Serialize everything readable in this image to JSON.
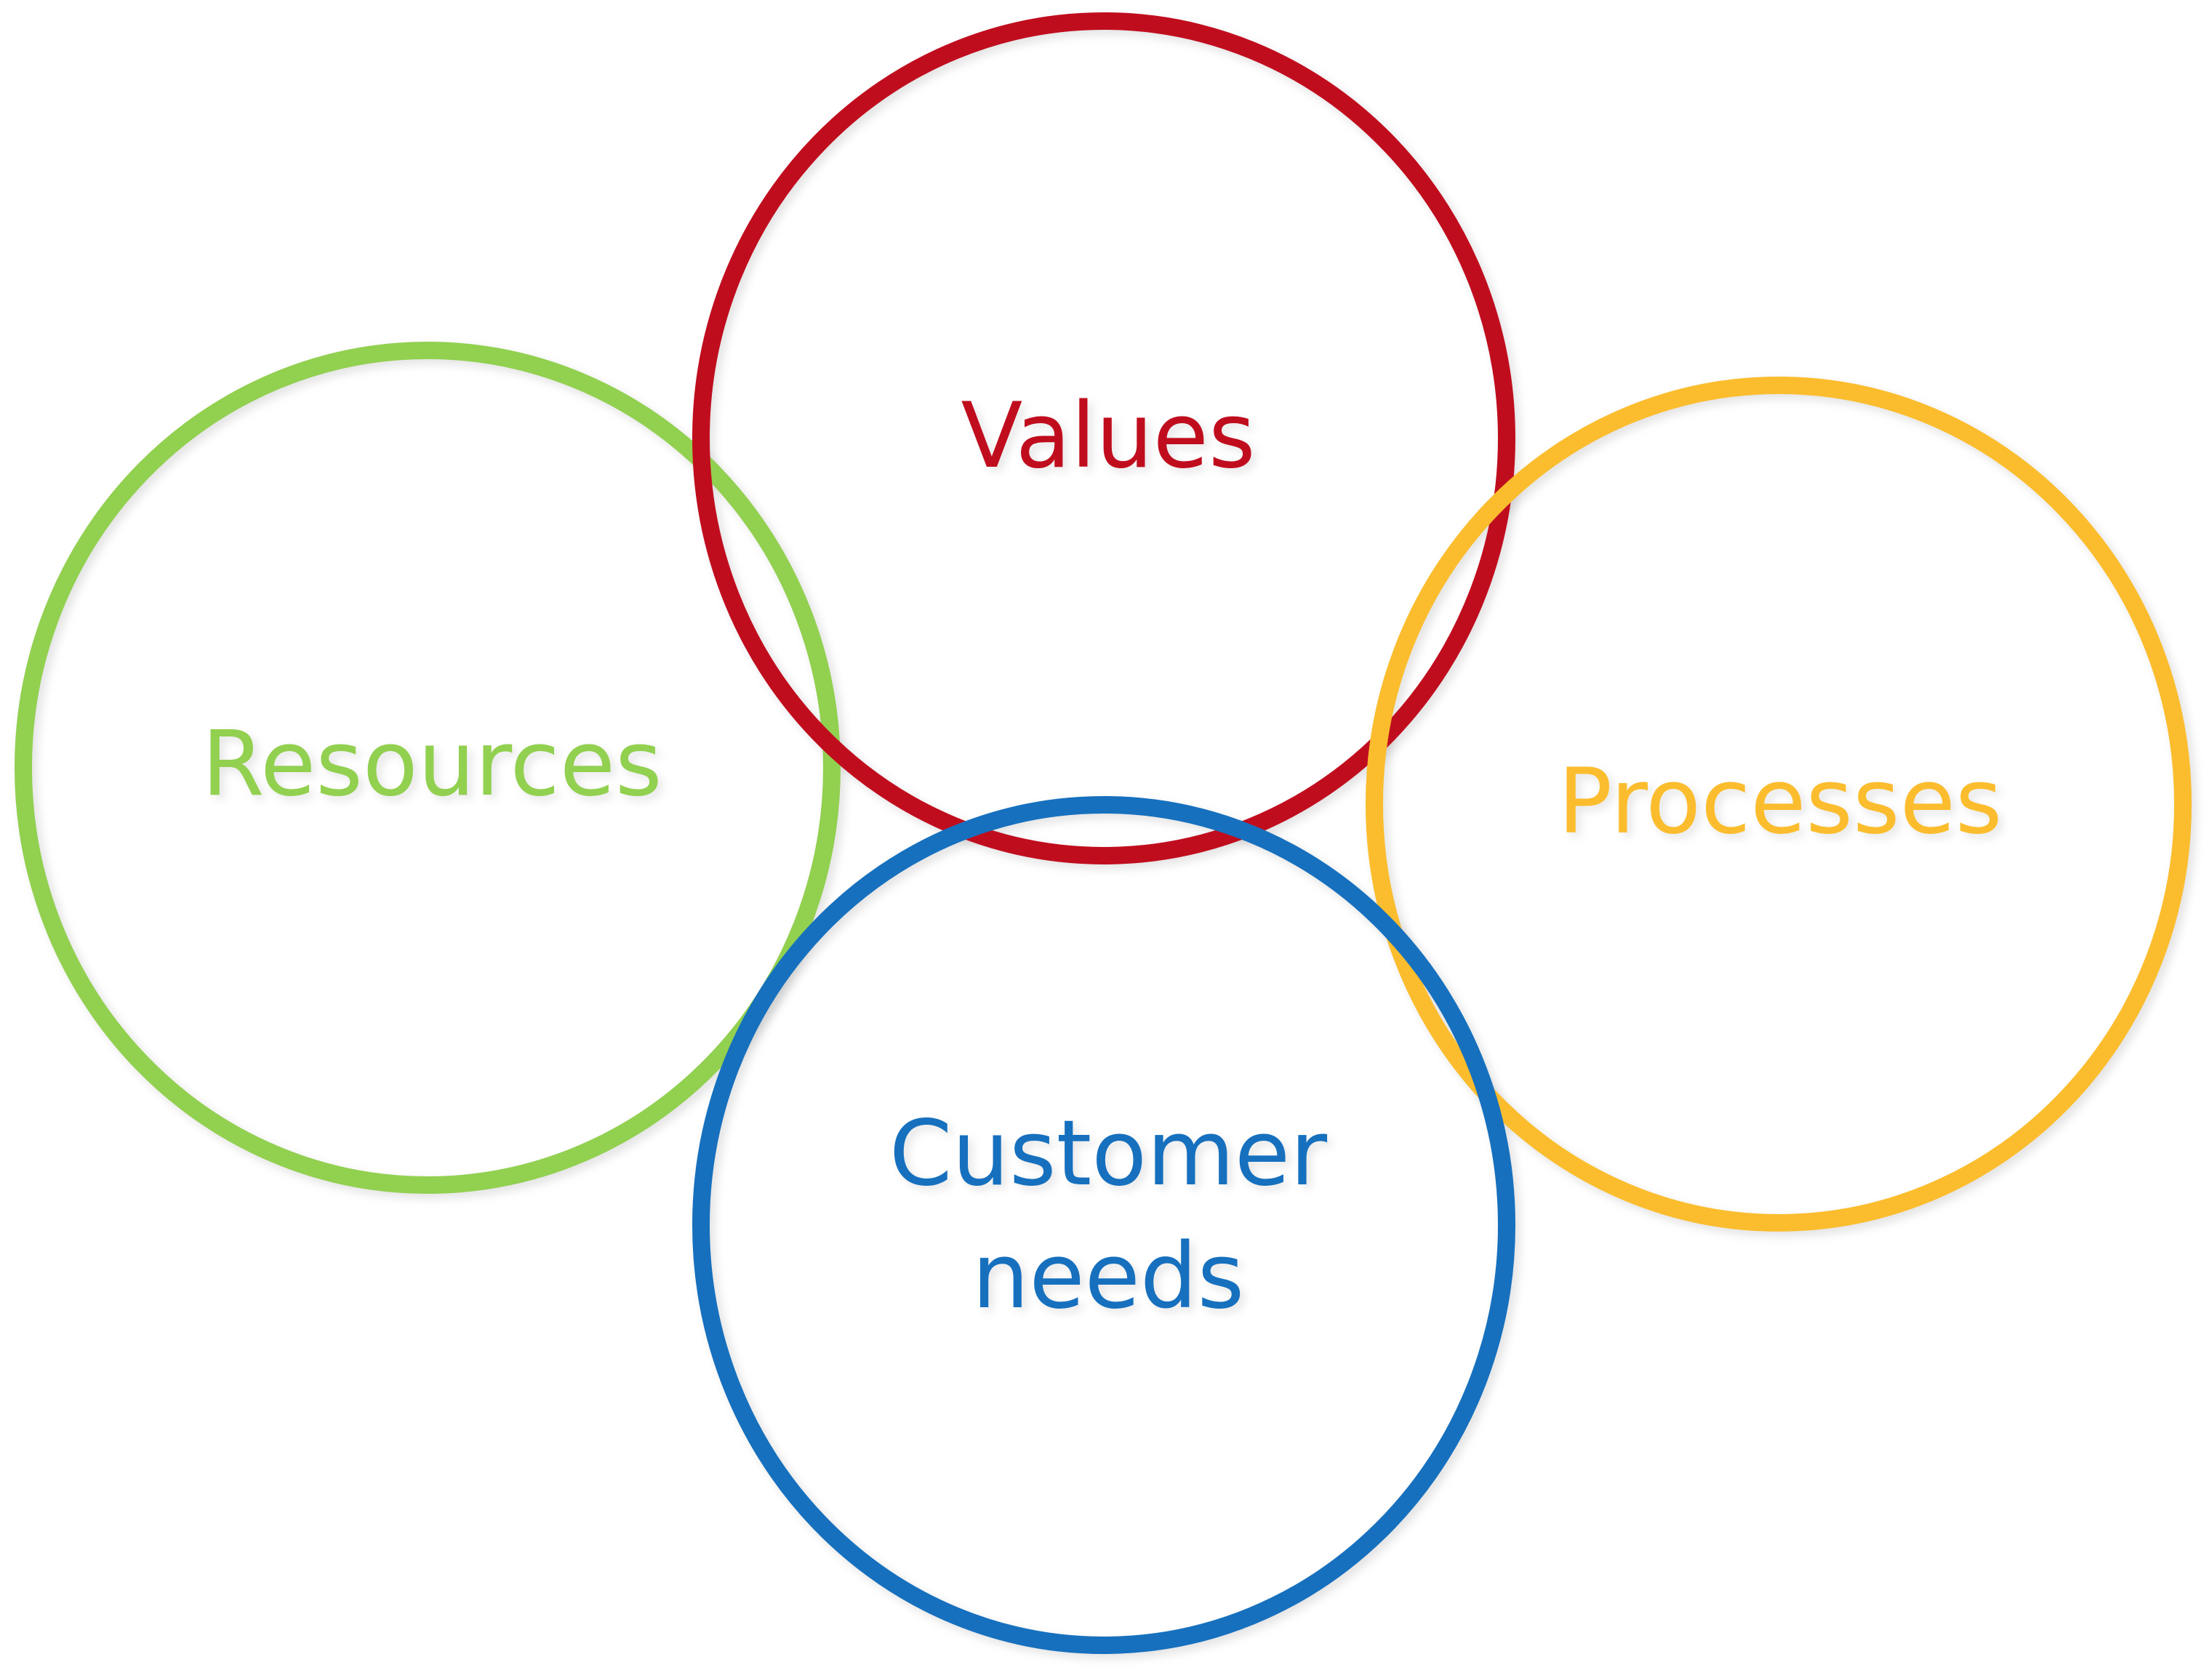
{
  "circles": [
    {
      "id": "values",
      "label_lines": [
        "Values"
      ],
      "color": "#C00D1E"
    },
    {
      "id": "resources",
      "label_lines": [
        "Resources"
      ],
      "color": "#92D050"
    },
    {
      "id": "processes",
      "label_lines": [
        "Processes"
      ],
      "color": "#FBBD2E"
    },
    {
      "id": "customer-needs",
      "label_lines": [
        "Customer",
        "needs"
      ],
      "color": "#1670BE"
    }
  ]
}
